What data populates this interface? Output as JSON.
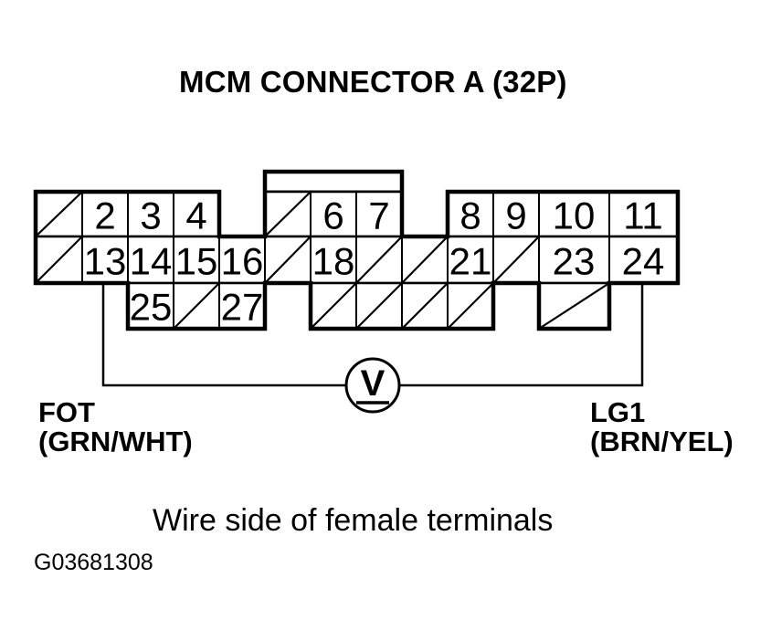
{
  "title": "MCM CONNECTOR A (32P)",
  "connector": {
    "pins_row_top": [
      "2",
      "3",
      "4",
      "6",
      "7",
      "8",
      "9",
      "10",
      "11"
    ],
    "pins_row_middle": [
      "13",
      "14",
      "15",
      "16",
      "18",
      "21",
      "23",
      "24"
    ],
    "pins_row_bottom": [
      "25",
      "27"
    ]
  },
  "meter": {
    "symbol": "V"
  },
  "terminals": {
    "left": {
      "name": "FOT",
      "wire_color": "(GRN/WHT)"
    },
    "right": {
      "name": "LG1",
      "wire_color": "(BRN/YEL)"
    }
  },
  "caption": "Wire side of female terminals",
  "figure_id": "G03681308",
  "colors": {
    "ink": "#000000",
    "background": "#ffffff"
  }
}
